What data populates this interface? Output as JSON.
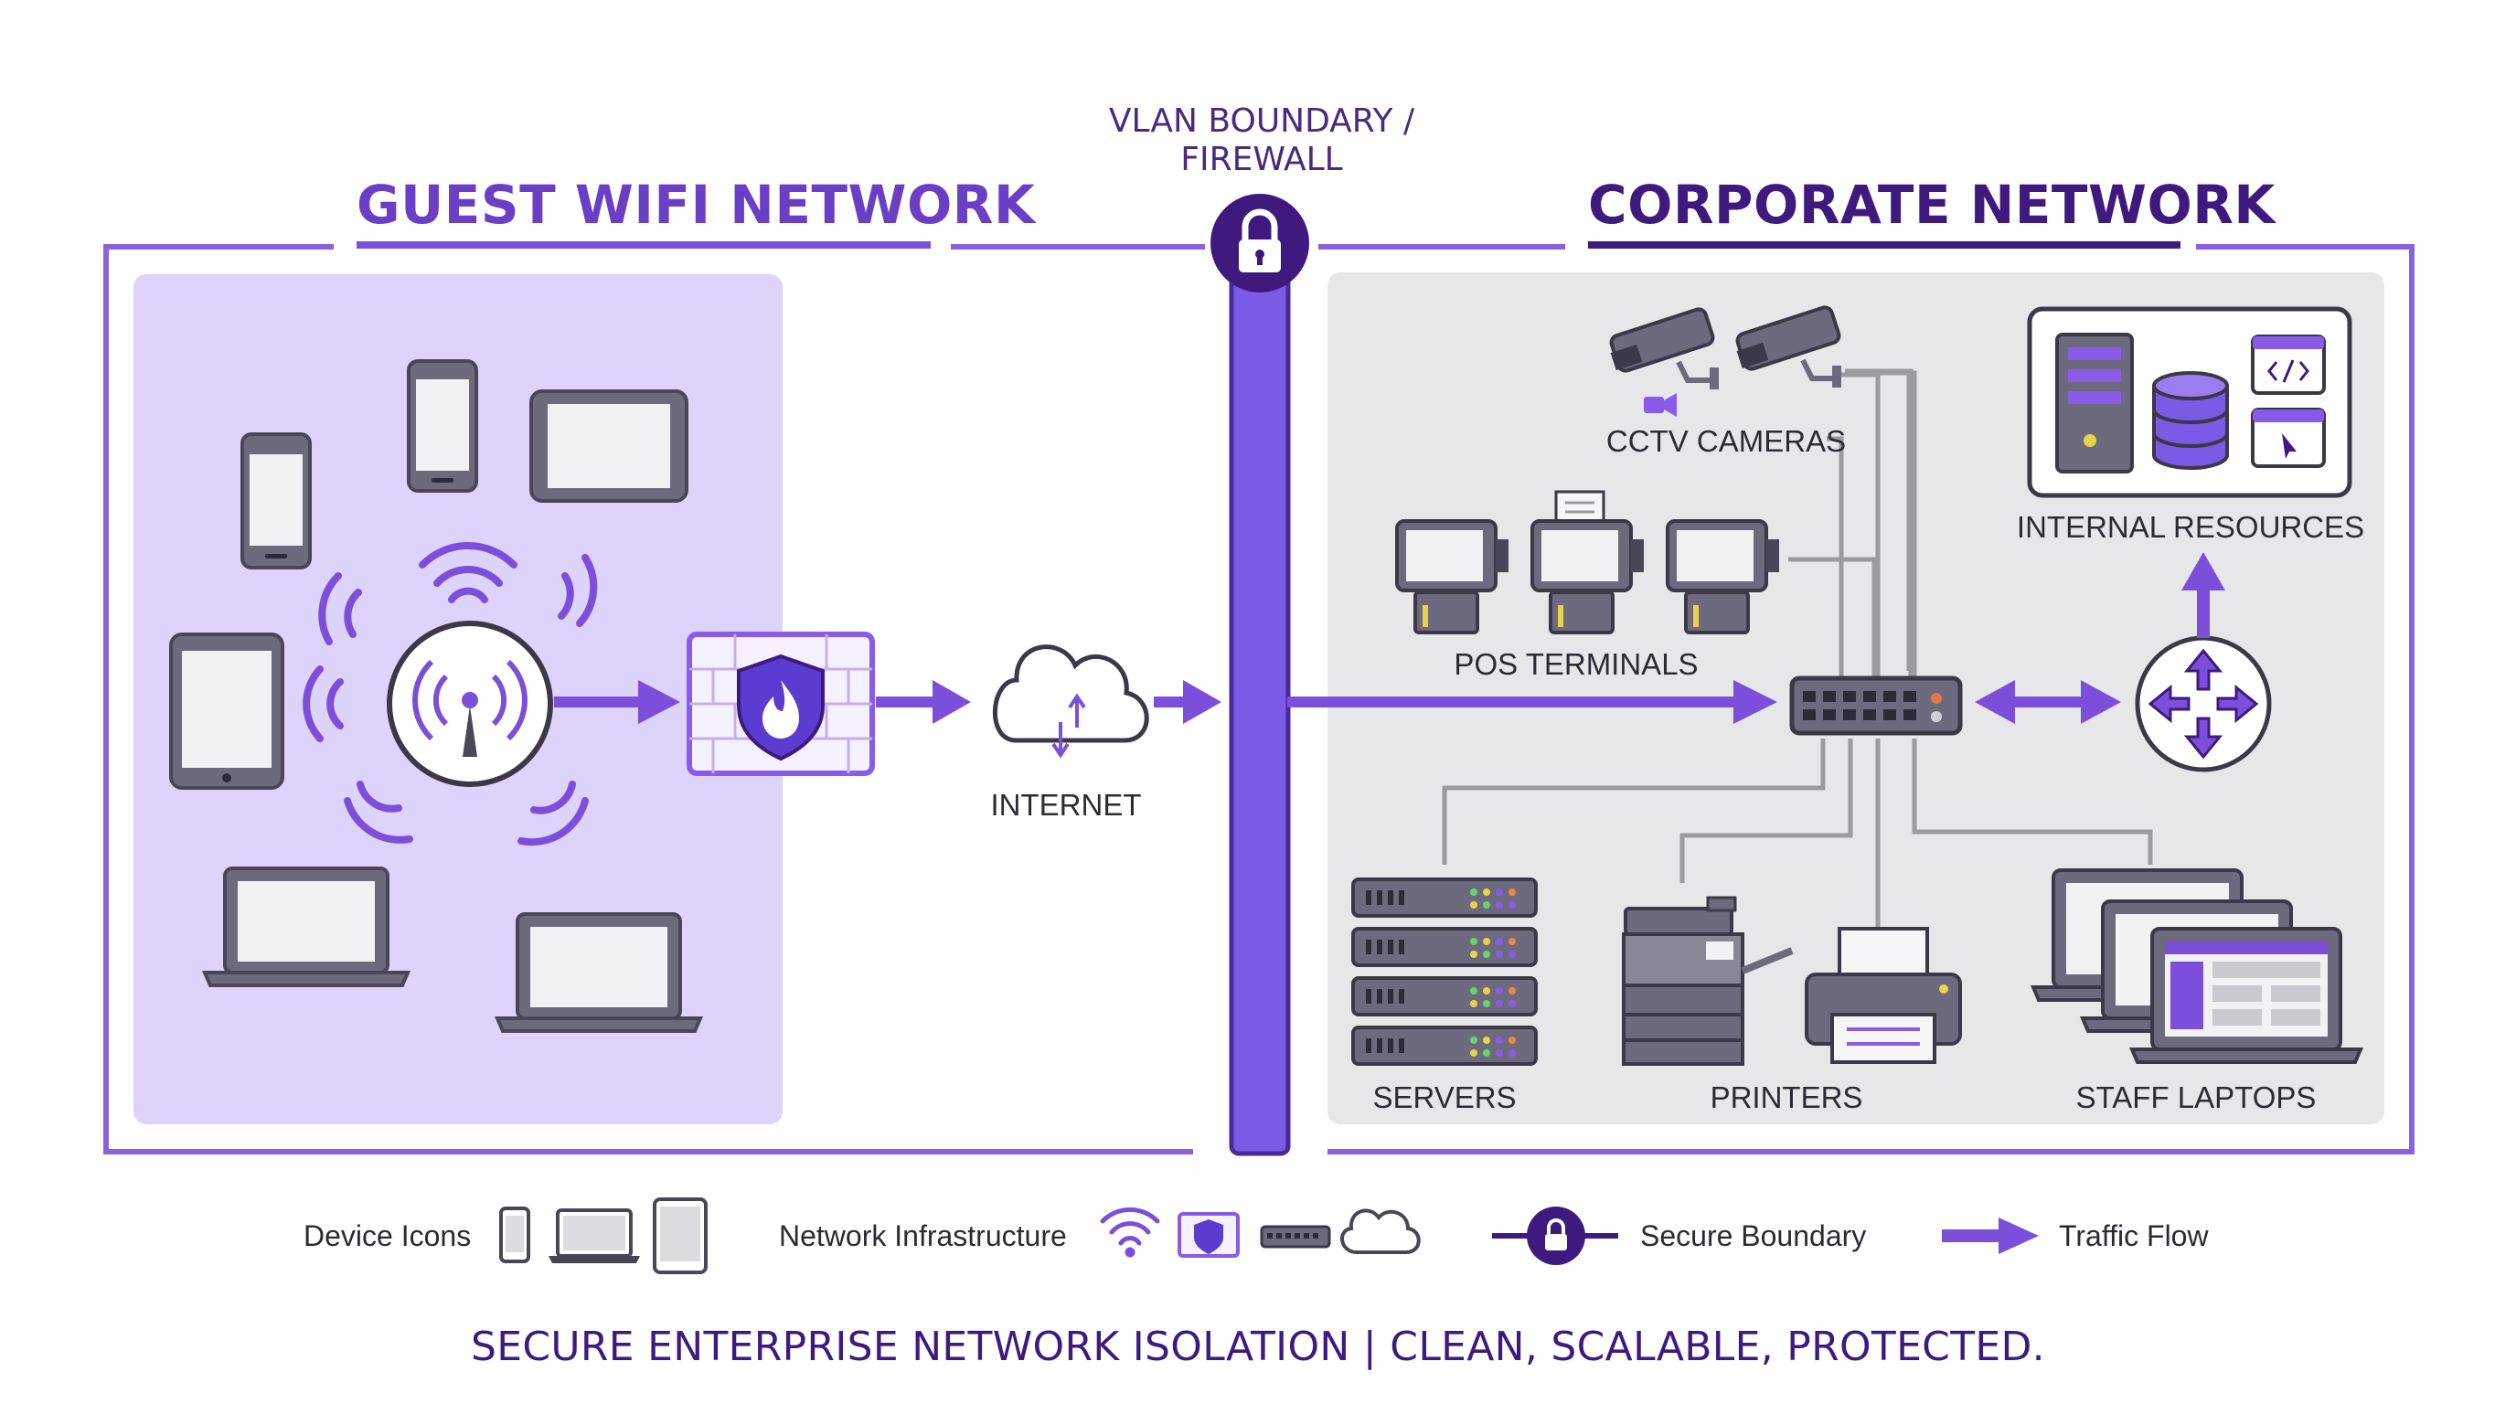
{
  "zones": {
    "guest": {
      "title": "GUEST WIFI NETWORK"
    },
    "corporate": {
      "title": "CORPORATE NETWORK"
    }
  },
  "boundary": {
    "line1": "VLAN BOUNDARY /",
    "line2": "FIREWALL"
  },
  "labels": {
    "internet": "INTERNET",
    "cctv": "CCTV CAMERAS",
    "pos": "POS TERMINALS",
    "internal": "INTERNAL RESOURCES",
    "servers": "SERVERS",
    "printers": "PRINTERS",
    "laptops": "STAFF LAPTOPS"
  },
  "legend": {
    "devices": "Device Icons",
    "infrastructure": "Network Infrastructure",
    "boundary": "Secure Boundary",
    "traffic": "Traffic Flow"
  },
  "tagline": "SECURE ENTERPRISE NETWORK ISOLATION | CLEAN, SCALABLE, PROTECTED.",
  "colors": {
    "purple": "#7b4fd9",
    "dark_purple": "#3f1a7e",
    "guest_fill": "#ddd3fb",
    "corp_fill": "#e7e7e9",
    "connector_gray": "#9b9b9f"
  }
}
